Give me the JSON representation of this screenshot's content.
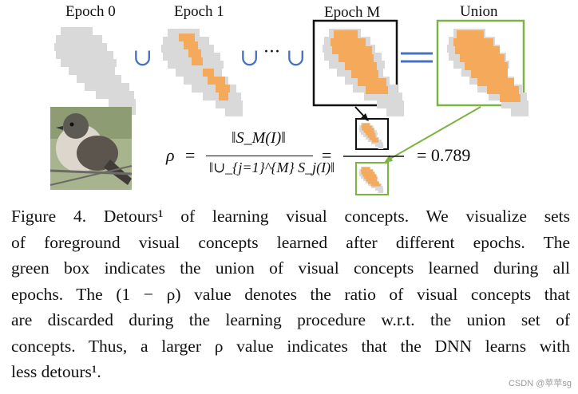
{
  "figure": {
    "epoch_labels": [
      "Epoch 0",
      "Epoch 1",
      "Epoch M",
      "Union"
    ],
    "union_symbol": "∪",
    "ellipsis": "···",
    "equals": "=",
    "colors": {
      "background_shape": "#d9d9d9",
      "concept": "#f4a95b",
      "frame_black": "#111111",
      "frame_green": "#7cb342",
      "union_blue": "#4472c4"
    },
    "photo_description": "bird",
    "formula": {
      "rho": "ρ",
      "eq": "=",
      "numerator": "‖S_M(I)‖",
      "denominator": "‖∪_{j=1}^{M} S_j(I)‖",
      "result": "= 0.789"
    }
  },
  "caption": {
    "lines": [
      "Figure 4. Detours¹ of learning visual concepts. We visualize sets",
      "of foreground visual concepts learned after different epochs. The",
      "green box indicates the union of visual concepts learned during all",
      "epochs. The (1 − ρ) value denotes the ratio of visual concepts that",
      "are discarded during the learning procedure w.r.t. the union set of",
      "concepts. Thus, a larger ρ value indicates that the DNN learns with",
      "less detours¹."
    ]
  },
  "watermark": "CSDN @苹苹sg"
}
